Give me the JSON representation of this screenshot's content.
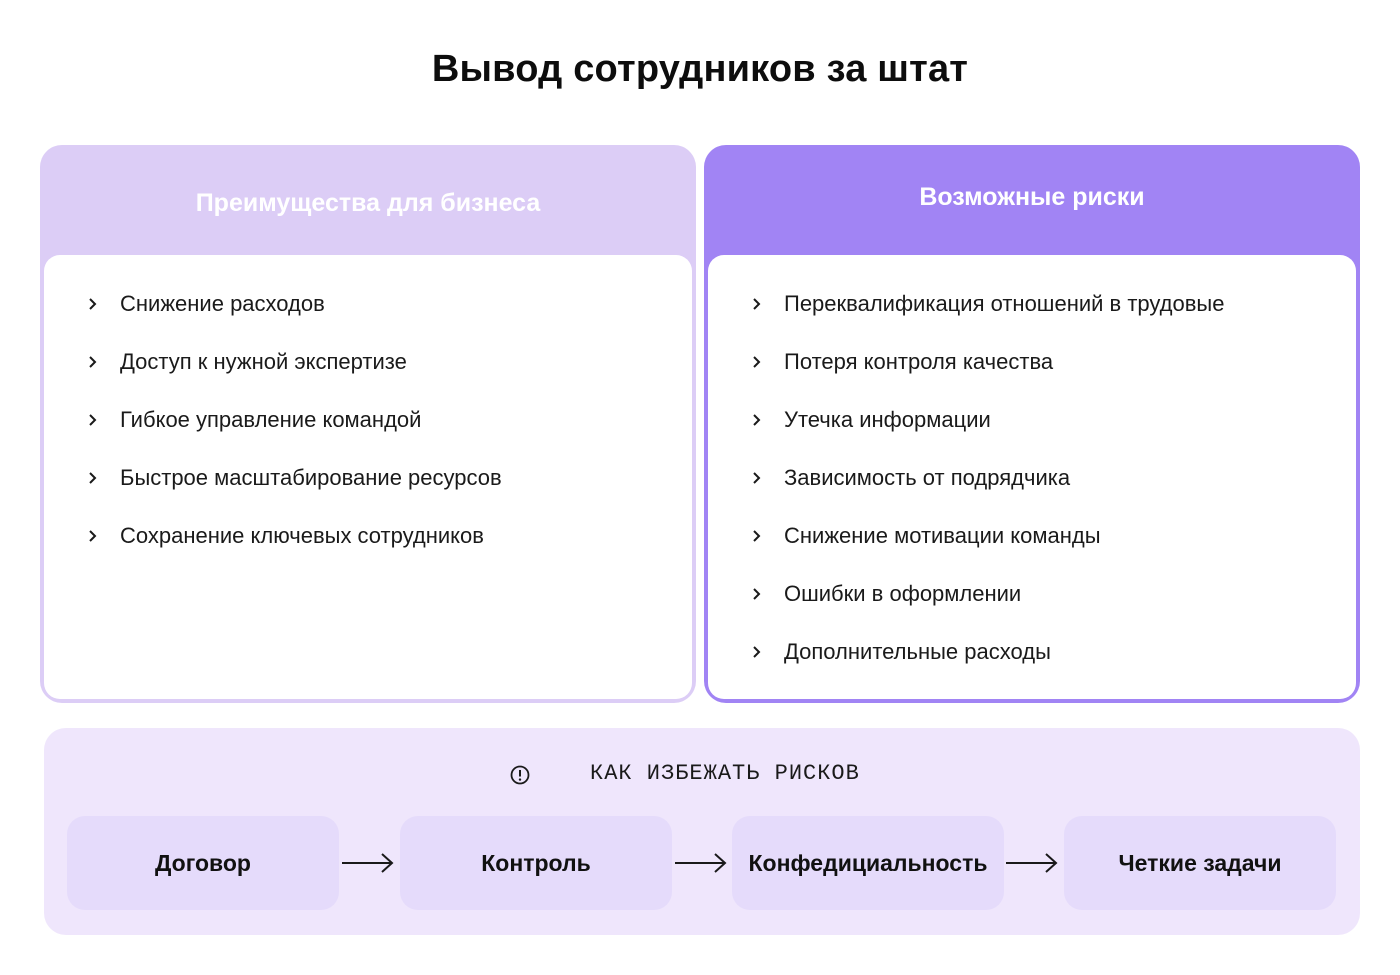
{
  "title": "Вывод сотрудников за штат",
  "colors": {
    "left_header_bg": "#dccdf6",
    "right_header_bg": "#a184f4",
    "bottom_bg": "#efe6fc",
    "step_bg": "#e5dbfb"
  },
  "benefits": {
    "header": "Преимущества для бизнеса",
    "items": [
      "Снижение расходов",
      "Доступ к нужной экспертизе",
      "Гибкое управление командой",
      "Быстрое масштабирование ресурсов",
      "Сохранение ключевых сотрудников"
    ]
  },
  "risks": {
    "header": "Возможные риски",
    "items": [
      "Переквалификация отношений в трудовые",
      "Потеря контроля качества",
      "Утечка информации",
      "Зависимость от подрядчика",
      "Снижение мотивации команды",
      "Ошибки в оформлении",
      "Дополнительные расходы"
    ]
  },
  "avoid": {
    "icon": "info-icon",
    "title": "КАК ИЗБЕЖАТЬ РИСКОВ",
    "steps": [
      "Договор",
      "Контроль",
      "Конфедициальность",
      "Четкие задачи"
    ]
  }
}
